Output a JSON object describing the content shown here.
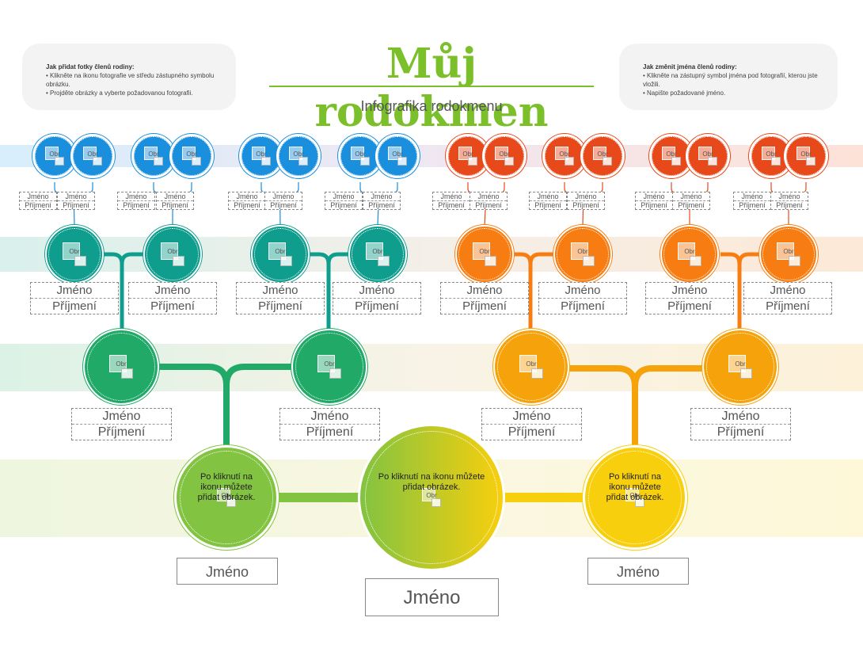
{
  "title": "Můj rodokmen",
  "subtitle": "Infografika rodokmenu",
  "left_info": {
    "heading": "Jak přidat fotky členů rodiny:",
    "bullets": [
      "Klikněte na ikonu fotografie ve středu zástupného symbolu obrázku.",
      "Projděte obrázky a vyberte požadovanou fotografii."
    ]
  },
  "right_info": {
    "heading": "Jak změnit jména členů rodiny:",
    "bullets": [
      "Klikněte na zástupný symbol jména pod fotografií, kterou jste vložili.",
      "Napište požadované jméno."
    ]
  },
  "placeholder": {
    "image_label": "Obr",
    "first_name": "Jméno",
    "last_name": "Příjmení",
    "click_hint": "Po kliknutí na ikonu můžete přidat obrázek."
  },
  "colors": {
    "great_grandparents_left": "#1a8fdd",
    "great_grandparents_right": "#e8491a",
    "grandparents_left": "#0f9e8e",
    "grandparents_right": "#f77d12",
    "parents_left": "#21a968",
    "parents_right": "#f5a20b",
    "self_left": "#82c341",
    "self_right": "#f8cf0d"
  },
  "generations": {
    "great_grandparents": [
      {
        "first_name": "Jméno",
        "last_name": "Příjmení"
      },
      {
        "first_name": "Jméno",
        "last_name": "Příjmení"
      },
      {
        "first_name": "Jméno",
        "last_name": "Příjmení"
      },
      {
        "first_name": "Jméno",
        "last_name": "Příjmení"
      },
      {
        "first_name": "Jméno",
        "last_name": "Příjmení"
      },
      {
        "first_name": "Jméno",
        "last_name": "Příjmení"
      },
      {
        "first_name": "Jméno",
        "last_name": "Příjmení"
      },
      {
        "first_name": "Jméno",
        "last_name": "Příjmení"
      },
      {
        "first_name": "Jméno",
        "last_name": "Příjmení"
      },
      {
        "first_name": "Jméno",
        "last_name": "Příjmení"
      },
      {
        "first_name": "Jméno",
        "last_name": "Příjmení"
      },
      {
        "first_name": "Jméno",
        "last_name": "Příjmení"
      },
      {
        "first_name": "Jméno",
        "last_name": "Příjmení"
      },
      {
        "first_name": "Jméno",
        "last_name": "Příjmení"
      },
      {
        "first_name": "Jméno",
        "last_name": "Příjmení"
      },
      {
        "first_name": "Jméno",
        "last_name": "Příjmení"
      }
    ],
    "grandparents": [
      {
        "first_name": "Jméno",
        "last_name": "Příjmení"
      },
      {
        "first_name": "Jméno",
        "last_name": "Příjmení"
      },
      {
        "first_name": "Jméno",
        "last_name": "Příjmení"
      },
      {
        "first_name": "Jméno",
        "last_name": "Příjmení"
      },
      {
        "first_name": "Jméno",
        "last_name": "Příjmení"
      },
      {
        "first_name": "Jméno",
        "last_name": "Příjmení"
      },
      {
        "first_name": "Jméno",
        "last_name": "Příjmení"
      },
      {
        "first_name": "Jméno",
        "last_name": "Příjmení"
      }
    ],
    "parents": [
      {
        "first_name": "Jméno",
        "last_name": "Příjmení"
      },
      {
        "first_name": "Jméno",
        "last_name": "Příjmení"
      },
      {
        "first_name": "Jméno",
        "last_name": "Příjmení"
      },
      {
        "first_name": "Jméno",
        "last_name": "Příjmení"
      }
    ],
    "self_row": [
      {
        "name": "Jméno"
      },
      {
        "name": "Jméno"
      },
      {
        "name": "Jméno"
      }
    ]
  }
}
